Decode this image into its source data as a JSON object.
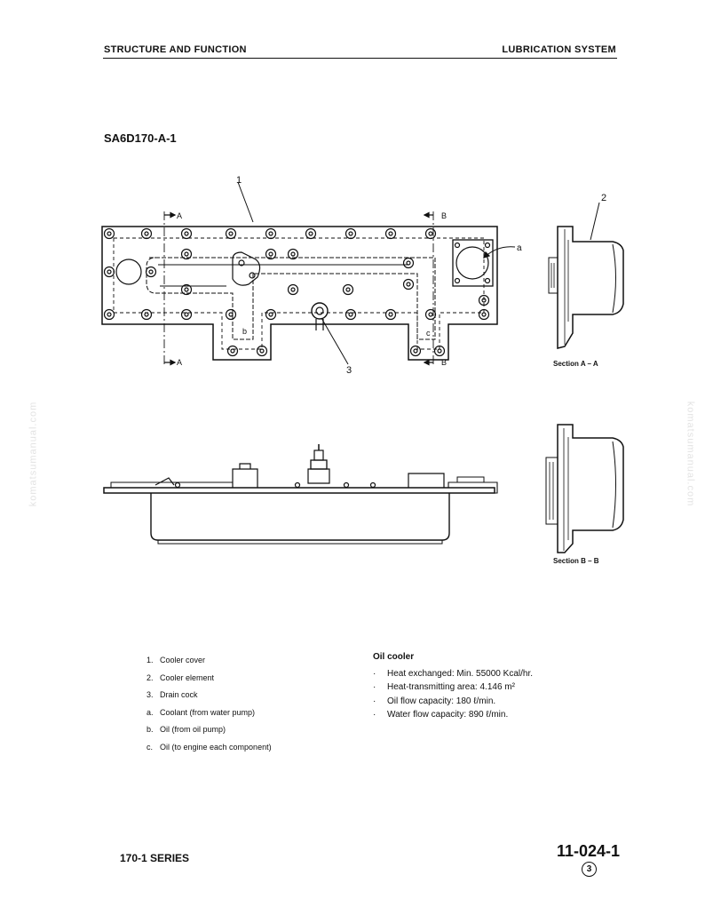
{
  "header": {
    "left": "STRUCTURE AND FUNCTION",
    "right": "LUBRICATION SYSTEM"
  },
  "model": "SA6D170-A-1",
  "diagram": {
    "callouts": {
      "one": "1",
      "two": "2",
      "three": "3",
      "a": "a",
      "b": "b",
      "c": "c"
    },
    "section_marks": {
      "a": "A",
      "b": "B"
    },
    "section_aa": "Section A – A",
    "section_bb": "Section B – B"
  },
  "legend": [
    {
      "key": "1.",
      "text": "Cooler cover"
    },
    {
      "key": "2.",
      "text": "Cooler element"
    },
    {
      "key": "3.",
      "text": "Drain cock"
    },
    {
      "key": "a.",
      "text": "Coolant (from water pump)"
    },
    {
      "key": "b.",
      "text": "Oil (from oil pump)"
    },
    {
      "key": "c.",
      "text": "Oil (to engine each component)"
    }
  ],
  "oil_cooler": {
    "title": "Oil cooler",
    "bullet": "·",
    "specs": [
      "Heat exchanged: Min. 55000 Kcal/hr.",
      "Heat-transmitting area: 4.146 m²",
      "Oil flow capacity: 180 ℓ/min.",
      "Water flow capacity: 890 ℓ/min."
    ]
  },
  "footer": {
    "series": "170-1 SERIES",
    "page": "11-024-1",
    "revision": "3"
  },
  "watermark": "komatsumanual.com"
}
